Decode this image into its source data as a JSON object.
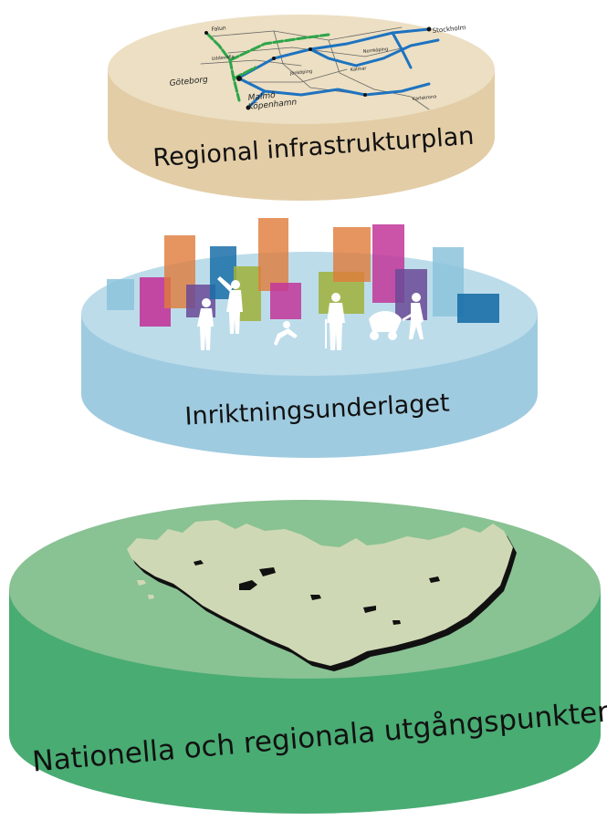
{
  "colors": {
    "top_side": "#e3cda6",
    "top_face": "#ecdfc3",
    "middle_side": "#9fcbe0",
    "middle_face": "#bcdcea",
    "bottom_side": "#49ac73",
    "bottom_face": "#89c293",
    "land": "#cfd8b4",
    "blue_road": "#1e73c0",
    "green_rail": "#2ea54a"
  },
  "layers": {
    "top": {
      "label": "Regional infrastrukturplan"
    },
    "middle": {
      "label": "Inriktningsunderlaget"
    },
    "bottom": {
      "label": "Nationella och regionala utgångspunkter"
    }
  },
  "map_cities": [
    {
      "name": "Falun"
    },
    {
      "name": "Stockholm"
    },
    {
      "name": "Göteborg"
    },
    {
      "name": "Malmö"
    },
    {
      "name": "Köpenhamn"
    },
    {
      "name": "Uddevalla"
    },
    {
      "name": "Jönköping"
    },
    {
      "name": "Norrköping"
    },
    {
      "name": "Kalmar"
    },
    {
      "name": "Karlskrona"
    }
  ],
  "bars": [
    {
      "color": "#8cc3dc",
      "alpha": 0.85
    },
    {
      "color": "#c2369a",
      "alpha": 0.9
    },
    {
      "color": "#e07a3a",
      "alpha": 0.8
    },
    {
      "color": "#6a4a96",
      "alpha": 0.85
    },
    {
      "color": "#1a6fa8",
      "alpha": 0.85
    },
    {
      "color": "#9fb23a",
      "alpha": 0.85
    },
    {
      "color": "#e07a3a",
      "alpha": 0.8
    },
    {
      "color": "#c2369a",
      "alpha": 0.85
    },
    {
      "color": "#9fb23a",
      "alpha": 0.85
    },
    {
      "color": "#e07a3a",
      "alpha": 0.8
    },
    {
      "color": "#c2369a",
      "alpha": 0.85
    },
    {
      "color": "#6a4a96",
      "alpha": 0.85
    },
    {
      "color": "#8cc3dc",
      "alpha": 0.85
    },
    {
      "color": "#1a6fa8",
      "alpha": 0.9
    }
  ]
}
